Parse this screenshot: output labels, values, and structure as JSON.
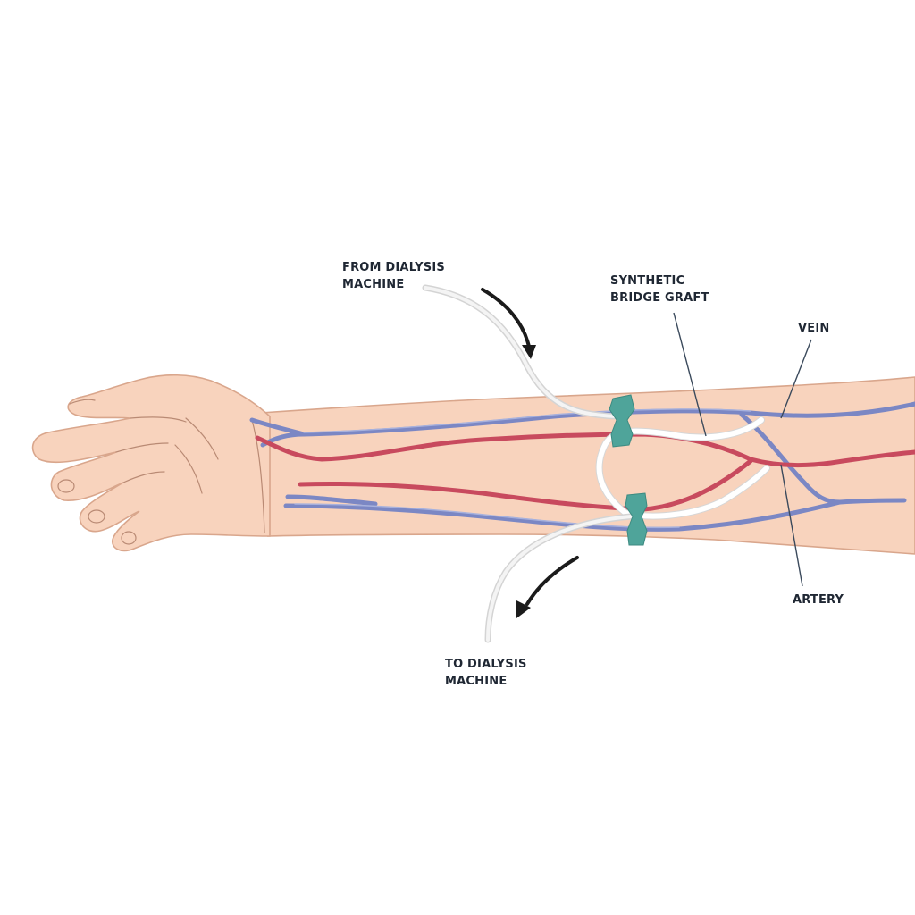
{
  "labels": {
    "from_dialysis": [
      "FROM DIALYSIS",
      "MACHINE"
    ],
    "to_dialysis": [
      "TO DIALYSIS",
      "MACHINE"
    ],
    "graft": [
      "SYNTHETIC",
      "BRIDGE GRAFT"
    ],
    "vein": "VEIN",
    "artery": "ARTERY"
  },
  "colors": {
    "skin": "#f8d3bd",
    "vein": "#7b87c4",
    "artery": "#c84a5e",
    "needle": "#4fa49a",
    "graft": "#ffffff"
  }
}
